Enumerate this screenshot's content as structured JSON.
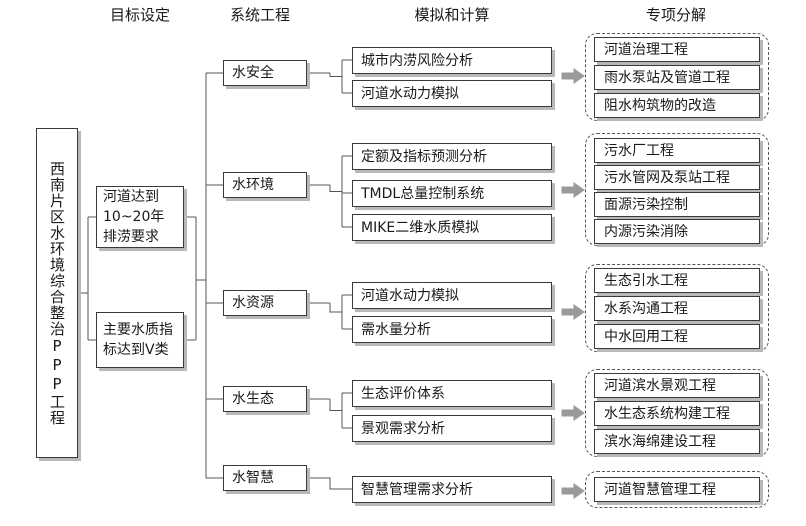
{
  "headers": {
    "goal": "目标设定",
    "system": "系统工程",
    "model": "模拟和计算",
    "projects": "专项分解"
  },
  "root": "西南片区水环境综合整治PPP工程",
  "targets": [
    "河道达到10~20年排涝要求",
    "主要水质指标达到V类"
  ],
  "systems": [
    {
      "name": "水安全",
      "models": [
        "城市内涝风险分析",
        "河道水动力模拟"
      ],
      "projects": [
        "河道治理工程",
        "雨水泵站及管道工程",
        "阻水构筑物的改造"
      ]
    },
    {
      "name": "水环境",
      "models": [
        "定额及指标预测分析",
        "TMDL总量控制系统",
        "MIKE二维水质模拟"
      ],
      "projects": [
        "污水厂工程",
        "污水管网及泵站工程",
        "面源污染控制",
        "内源污染消除"
      ]
    },
    {
      "name": "水资源",
      "models": [
        "河道水动力模拟",
        "需水量分析"
      ],
      "projects": [
        "生态引水工程",
        "水系沟通工程",
        "中水回用工程"
      ]
    },
    {
      "name": "水生态",
      "models": [
        "生态评价体系",
        "景观需求分析"
      ],
      "projects": [
        "河道滨水景观工程",
        "水生态系统构建工程",
        "滨水海绵建设工程"
      ]
    },
    {
      "name": "水智慧",
      "models": [
        "智慧管理需求分析"
      ],
      "projects": [
        "河道智慧管理工程"
      ]
    }
  ],
  "colors": {
    "line": "#555555",
    "arrow": "#9a9a9a",
    "border": "#3a3a3a"
  }
}
